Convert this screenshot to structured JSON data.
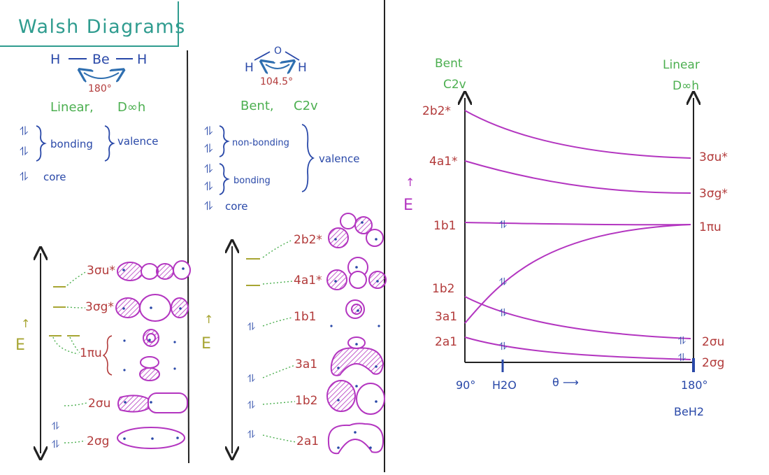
{
  "colors": {
    "green": "#4caf50",
    "blue": "#2948a8",
    "red": "#b23a3a",
    "purple": "#b335c0",
    "olive": "#a7a533",
    "teal": "#2f9c8f",
    "black": "#222222"
  },
  "title": "Walsh Diagrams",
  "beh2": {
    "formula": {
      "h_left": "H",
      "be": "Be",
      "h_right": "H"
    },
    "angle": "180°",
    "geometry": "Linear,",
    "symmetry": "D∞h",
    "electron_symbol": "⥮",
    "labels": {
      "bonding": "bonding",
      "valence": "valence",
      "core": "core"
    },
    "energy_label": "E",
    "orbitals": [
      "3σu*",
      "3σg*",
      "1πu",
      "2σu",
      "2σg"
    ]
  },
  "h2o": {
    "formula": {
      "o": "O",
      "h_left": "H",
      "h_right": "H"
    },
    "angle": "104.5°",
    "geometry": "Bent,",
    "symmetry": "C2v",
    "electron_symbol": "⥮",
    "labels": {
      "nonbonding": "non-bonding",
      "bonding": "bonding",
      "valence": "valence",
      "core": "core"
    },
    "energy_label": "E",
    "orbitals": [
      "2b2*",
      "4a1*",
      "1b1",
      "3a1",
      "1b2",
      "2a1"
    ]
  },
  "walsh": {
    "left_header": [
      "Bent",
      "C2v"
    ],
    "right_header": [
      "Linear",
      "D∞h"
    ],
    "energy_label": "E",
    "left_levels": [
      "2b2*",
      "4a1*",
      "1b1",
      "1b2",
      "3a1",
      "2a1"
    ],
    "right_levels": [
      "3σu*",
      "3σg*",
      "1πu",
      "2σu",
      "2σg"
    ],
    "x_ticks": {
      "left": "90°",
      "h2o": "H2O",
      "theta": "θ ⟶",
      "right": "180°"
    },
    "behh2_label": "BeH2"
  }
}
